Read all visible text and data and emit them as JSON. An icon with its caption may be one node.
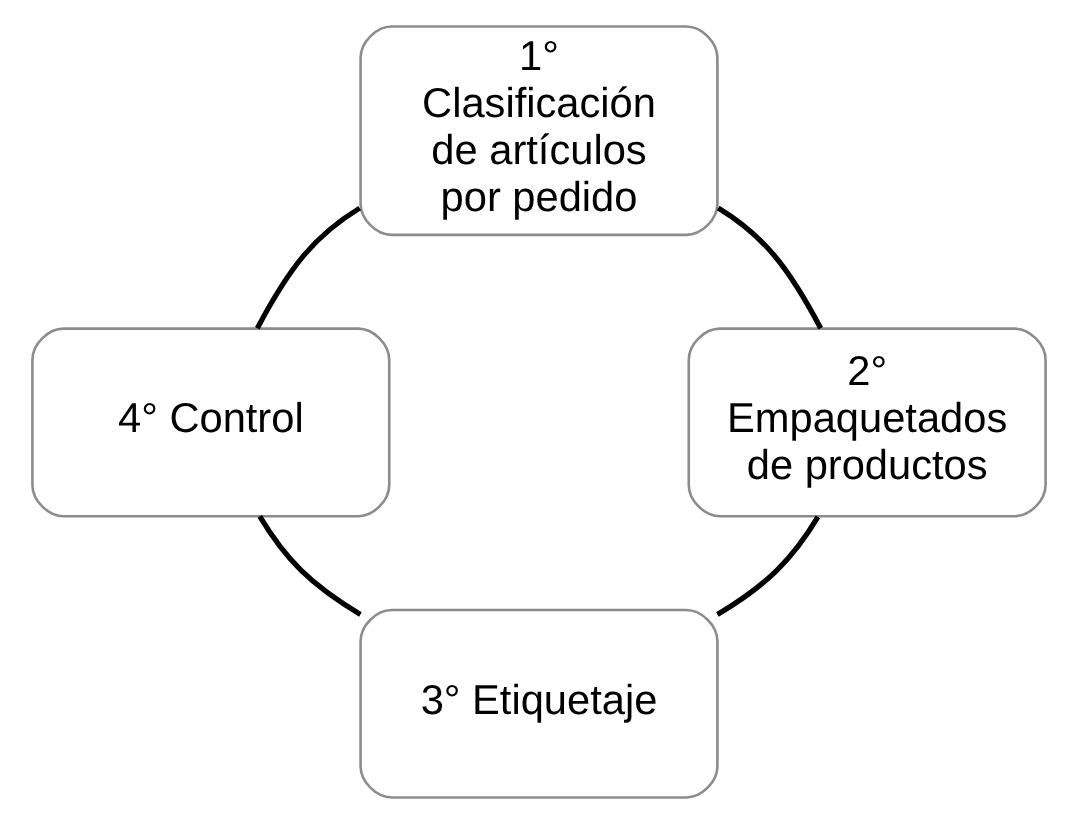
{
  "diagram": {
    "nodes": [
      {
        "text": [
          "1° Clasificación de artículos por pedido"
        ]
      },
      {
        "text": [
          "2° Empaquetados de productos"
        ]
      },
      {
        "text": [
          "3° Etiquetaje"
        ]
      },
      {
        "text": [
          "4° Control"
        ]
      }
    ],
    "edges": [
      {
        "from": 0,
        "to": 1,
        "arrow": "none"
      },
      {
        "from": 1,
        "to": 2,
        "arrow": "none"
      },
      {
        "from": 2,
        "to": 3,
        "arrow": "none"
      },
      {
        "from": 3,
        "to": 0,
        "arrow": "none"
      }
    ]
  }
}
